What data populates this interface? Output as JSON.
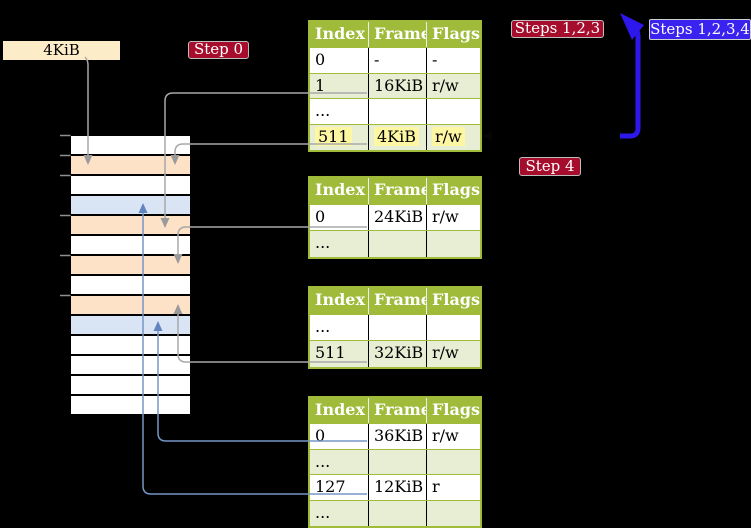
{
  "labels": {
    "frame_size": "4KiB",
    "step_0": "Step 0",
    "steps_123": "Steps 1,2,3",
    "steps_1234": "Steps 1,2,3,4",
    "step_4": "Step 4"
  },
  "memory_column": {
    "frame_kinds": [
      "free",
      "page-table",
      "free",
      "mapped",
      "page-table",
      "free",
      "page-table",
      "free",
      "page-table",
      "mapped",
      "free",
      "free",
      "free",
      "free"
    ],
    "tick_count": 6
  },
  "page_tables": [
    {
      "name": "table-1",
      "headers": [
        "Index",
        "Frame",
        "Flags"
      ],
      "rows": [
        {
          "index": "0",
          "frame": "-",
          "flags": "-"
        },
        {
          "index": "1",
          "frame": "16KiB",
          "flags": "r/w"
        },
        {
          "index": "...",
          "frame": "",
          "flags": ""
        },
        {
          "index": "511",
          "frame": "4KiB",
          "flags": "r/w",
          "highlighted": true
        }
      ]
    },
    {
      "name": "table-2",
      "headers": [
        "Index",
        "Frame",
        "Flags"
      ],
      "rows": [
        {
          "index": "0",
          "frame": "24KiB",
          "flags": "r/w"
        },
        {
          "index": "...",
          "frame": "",
          "flags": ""
        }
      ]
    },
    {
      "name": "table-3",
      "headers": [
        "Index",
        "Frame",
        "Flags"
      ],
      "rows": [
        {
          "index": "...",
          "frame": "",
          "flags": ""
        },
        {
          "index": "511",
          "frame": "32KiB",
          "flags": "r/w"
        }
      ]
    },
    {
      "name": "table-4",
      "headers": [
        "Index",
        "Frame",
        "Flags"
      ],
      "rows": [
        {
          "index": "0",
          "frame": "36KiB",
          "flags": "r/w"
        },
        {
          "index": "...",
          "frame": "",
          "flags": ""
        },
        {
          "index": "127",
          "frame": "12KiB",
          "flags": "r"
        },
        {
          "index": "...",
          "frame": "",
          "flags": ""
        }
      ]
    }
  ],
  "colors": {
    "background": "#000000",
    "table_header_green": "#9fbb39",
    "table_row_alt_green": "#e8eed4",
    "highlight_yellow": "#fdf7a4",
    "memory_orange": "#fde2c7",
    "memory_blue": "#d9e4f5",
    "memory_white": "#ffffff",
    "label_tan": "#fcecc8",
    "label_red": "#a60d2d",
    "label_blue": "#3a23ee",
    "arrow_gray": "#a8a8a8",
    "arrow_blue": "#7695c6",
    "arrow_big_blue": "#2d17ea"
  }
}
